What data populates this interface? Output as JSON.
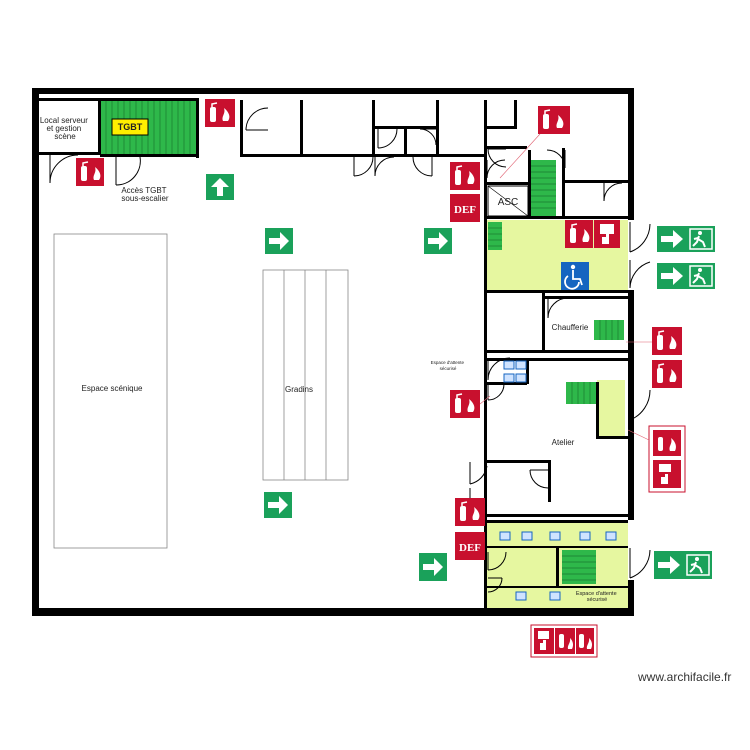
{
  "rooms": {
    "local_serveur": [
      "Local serveur",
      "et gestion",
      "scène"
    ],
    "tgbt": "TGBT",
    "acces_tgbt": [
      "Accès TGBT",
      "sous-escalier"
    ],
    "espace_scenique": "Espace scénique",
    "gradins": "Gradins",
    "asc": "ASC",
    "chaufferie": "Chaufferie",
    "atelier": "Atelier",
    "espace_attente_1": [
      "Espace d'attente",
      "sécurisé"
    ],
    "espace_attente_2": [
      "Espace d'attente",
      "sécurisé"
    ]
  },
  "signs": {
    "def_label": "DEF"
  },
  "colors": {
    "wall": "#000000",
    "stair_green": "#2eb84a",
    "highlight_zone": "#e6f7a0",
    "safety_green": "#1aa15a",
    "fire_red": "#c8102e",
    "pmr_blue": "#1565c0",
    "tgbt_yellow": "#ffee00"
  },
  "watermark": "www.archifacile.fr"
}
